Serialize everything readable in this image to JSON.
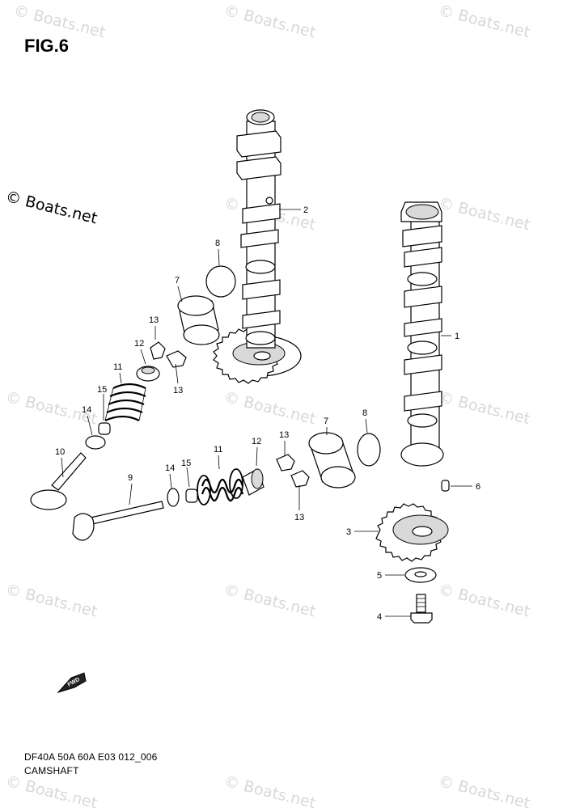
{
  "figure_label": "FIG.6",
  "copyright": "© Boats.net",
  "watermark_text": "© Boats.net",
  "footer": {
    "code": "DF40A 50A 60A E03 012_006",
    "title": "CAMSHAFT"
  },
  "fwd_label": "FWD",
  "callouts": {
    "c1": "1",
    "c2": "2",
    "c3": "3",
    "c4": "4",
    "c5": "5",
    "c6": "6",
    "c7a": "7",
    "c7b": "7",
    "c8a": "8",
    "c8b": "8",
    "c9": "9",
    "c10": "10",
    "c11a": "11",
    "c11b": "11",
    "c12a": "12",
    "c12b": "12",
    "c13a": "13",
    "c13b": "13",
    "c13c": "13",
    "c13d": "13",
    "c14a": "14",
    "c14b": "14",
    "c15a": "15",
    "c15b": "15"
  }
}
